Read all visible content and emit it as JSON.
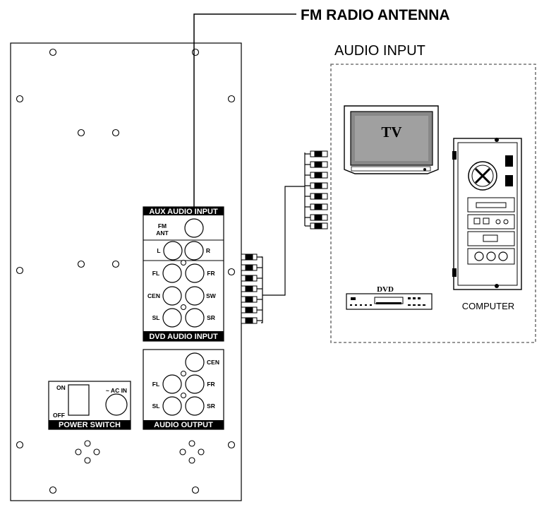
{
  "labels": {
    "fm_radio_antenna": "FM RADIO ANTENNA",
    "audio_input": "AUDIO INPUT",
    "aux_audio_input": "AUX AUDIO INPUT",
    "fm": "FM",
    "ant": "ANT",
    "l": "L",
    "r": "R",
    "fl": "FL",
    "fr": "FR",
    "cen": "CEN",
    "sw": "SW",
    "sl": "SL",
    "sr": "SR",
    "dvd_audio_input": "DVD AUDIO INPUT",
    "out_cen": "CEN",
    "out_fl": "FL",
    "out_fr": "FR",
    "out_sl": "SL",
    "out_sr": "SR",
    "audio_output": "AUDIO OUTPUT",
    "on": "ON",
    "off": "OFF",
    "ac_in": "~ AC IN",
    "power_switch": "POWER SWITCH",
    "tv": "TV",
    "dvd": "DVD",
    "computer": "COMPUTER"
  }
}
